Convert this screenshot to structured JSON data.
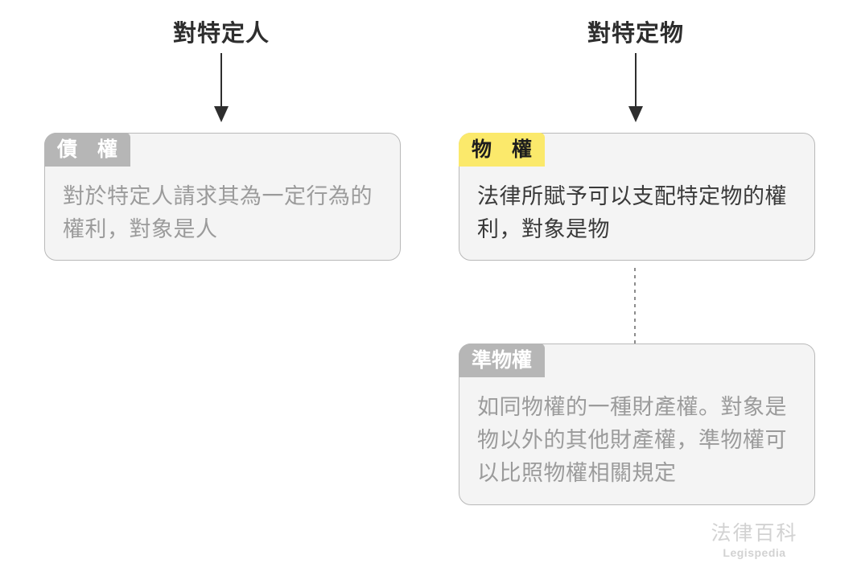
{
  "diagram": {
    "title_person": "對特定人",
    "title_thing": "對特定物",
    "columns": [
      {
        "heading": "對特定人",
        "arrow": "down-arrow",
        "cards": [
          {
            "tab_label": "債　權",
            "tab_color": "#b6b6b6",
            "tab_text_color": "#ffffff",
            "body_text": "對於特定人請求其為一定行為的權利，對象是人",
            "body_text_color": "#9b9b9b"
          }
        ]
      },
      {
        "heading": "對特定物",
        "arrow": "down-arrow",
        "cards": [
          {
            "tab_label": "物　權",
            "tab_color": "#fbe96b",
            "tab_text_color": "#1d1d1d",
            "body_text": "法律所賦予可以支配特定物的權利，對象是物",
            "body_text_color": "#3a3a3a"
          },
          {
            "tab_label": "準物權",
            "tab_color": "#b6b6b6",
            "tab_text_color": "#ffffff",
            "body_text": "如同物權的一種財產權。對象是物以外的其他財產權，準物權可以比照物權相關規定",
            "body_text_color": "#9b9b9b"
          }
        ]
      }
    ],
    "connector": {
      "style": "dotted",
      "color": "#8c8c8c"
    }
  },
  "watermark": {
    "chinese": "法律百科",
    "english": "Legispedia",
    "color": "#d2d2d2"
  },
  "colors": {
    "background": "#ffffff",
    "card_background": "#f4f4f4",
    "card_border": "#b9b9b9",
    "arrow": "#2e2e2e",
    "heading_text": "#2e2e2e",
    "accent_yellow": "#fbe96b",
    "accent_gray": "#b6b6b6"
  }
}
